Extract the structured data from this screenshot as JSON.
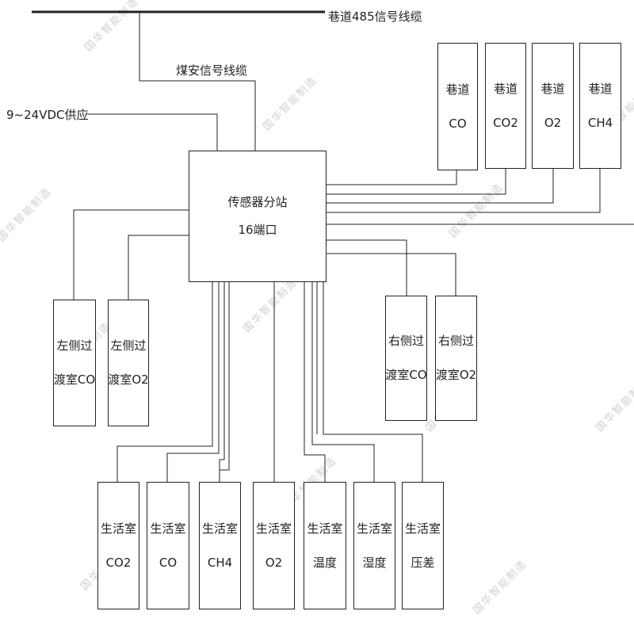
{
  "labels": {
    "bus": "巷道485信号线缆",
    "signal_cable": "煤安信号线缆",
    "power": "9~24VDC供应"
  },
  "hub": {
    "line1": "传感器分站",
    "line2": "16端口"
  },
  "top_sensors": [
    {
      "line1": "巷道",
      "line2": "CO"
    },
    {
      "line1": "巷道",
      "line2": "CO2"
    },
    {
      "line1": "巷道",
      "line2": "O2"
    },
    {
      "line1": "巷道",
      "line2": "CH4"
    }
  ],
  "left_sensors": [
    {
      "line1": "左侧过",
      "line2": "渡室CO"
    },
    {
      "line1": "左侧过",
      "line2": "渡室O2"
    }
  ],
  "right_sensors": [
    {
      "line1": "右侧过",
      "line2": "渡室CO"
    },
    {
      "line1": "右侧过",
      "line2": "渡室O2"
    }
  ],
  "bottom_sensors": [
    {
      "line1": "生活室",
      "line2": "CO2"
    },
    {
      "line1": "生活室",
      "line2": "CO"
    },
    {
      "line1": "生活室",
      "line2": "CH4"
    },
    {
      "line1": "生活室",
      "line2": "O2"
    },
    {
      "line1": "生活室",
      "line2": "温度"
    },
    {
      "line1": "生活室",
      "line2": "湿度"
    },
    {
      "line1": "生活室",
      "line2": "压差"
    }
  ],
  "watermark": "国华智能制造",
  "colors": {
    "line": "#222222",
    "watermark": "#d0d0d0"
  }
}
